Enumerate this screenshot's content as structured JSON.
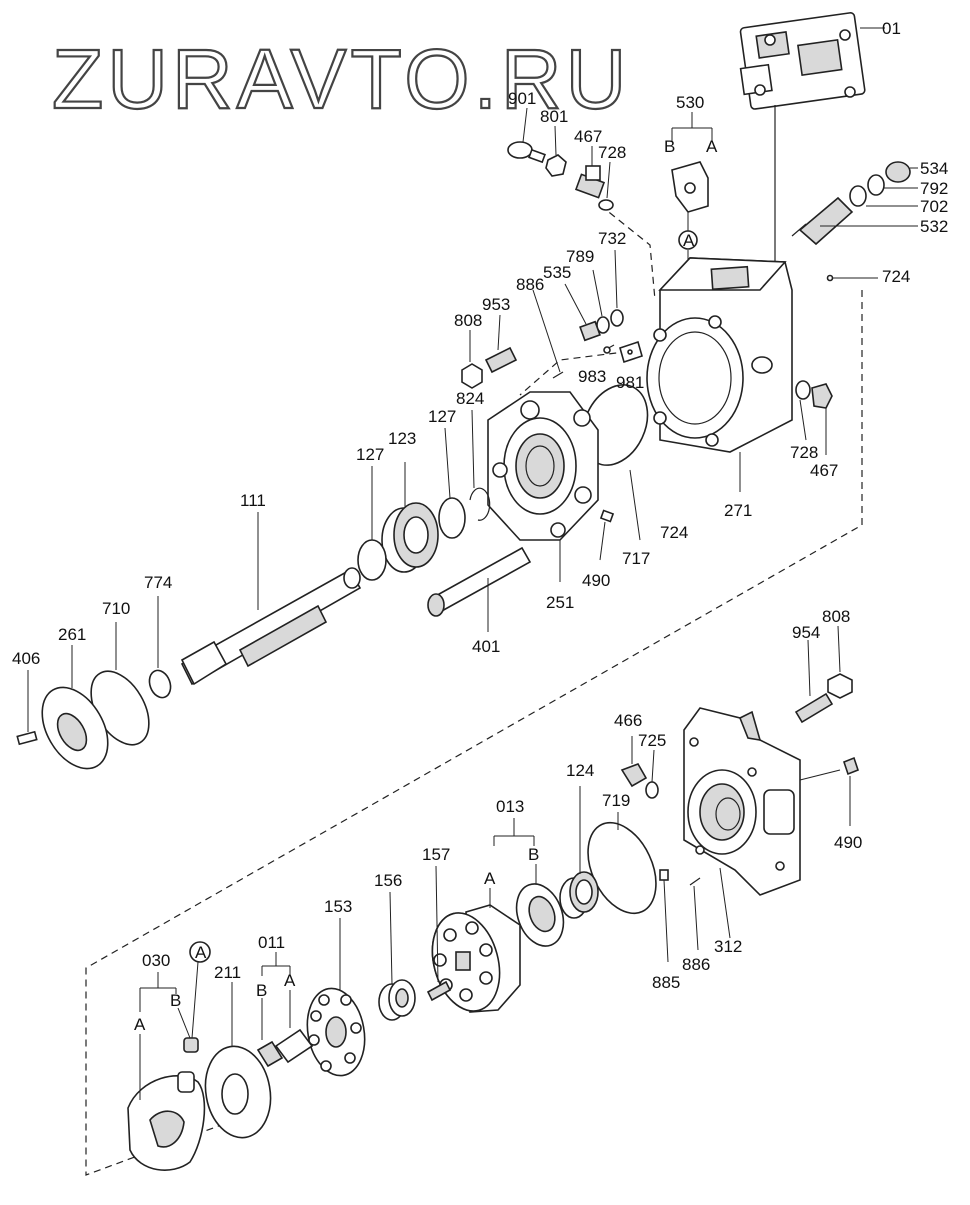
{
  "watermark": "ZURAVTO.RU",
  "part_labels": {
    "p01": "01",
    "p901": "901",
    "p801": "801",
    "p467a": "467",
    "p728a": "728",
    "p530": "530",
    "p530B": "B",
    "p530A": "A",
    "p534": "534",
    "p792": "792",
    "p702": "702",
    "p532": "532",
    "pA1": "A",
    "p724a": "724",
    "p732": "732",
    "p789": "789",
    "p535": "535",
    "p886a": "886",
    "p953": "953",
    "p808a": "808",
    "p983": "983",
    "p981": "981",
    "p824": "824",
    "p127a": "127",
    "p127b": "127",
    "p123": "123",
    "p728b": "728",
    "p467b": "467",
    "p724b": "724",
    "p271": "271",
    "p717": "717",
    "p490a": "490",
    "p251": "251",
    "p111": "111",
    "p774": "774",
    "p710": "710",
    "p261": "261",
    "p406": "406",
    "p401": "401",
    "p808b": "808",
    "p954": "954",
    "p466": "466",
    "p725": "725",
    "p124": "124",
    "p719": "719",
    "p013": "013",
    "p013B": "B",
    "p013A": "A",
    "p490b": "490",
    "p157": "157",
    "p156": "156",
    "p153": "153",
    "p885": "885",
    "p886b": "886",
    "p312": "312",
    "p011": "011",
    "p011B": "B",
    "p011A": "A",
    "p211": "211",
    "p030": "030",
    "p030B": "B",
    "p030A": "A",
    "pA2": "A"
  }
}
